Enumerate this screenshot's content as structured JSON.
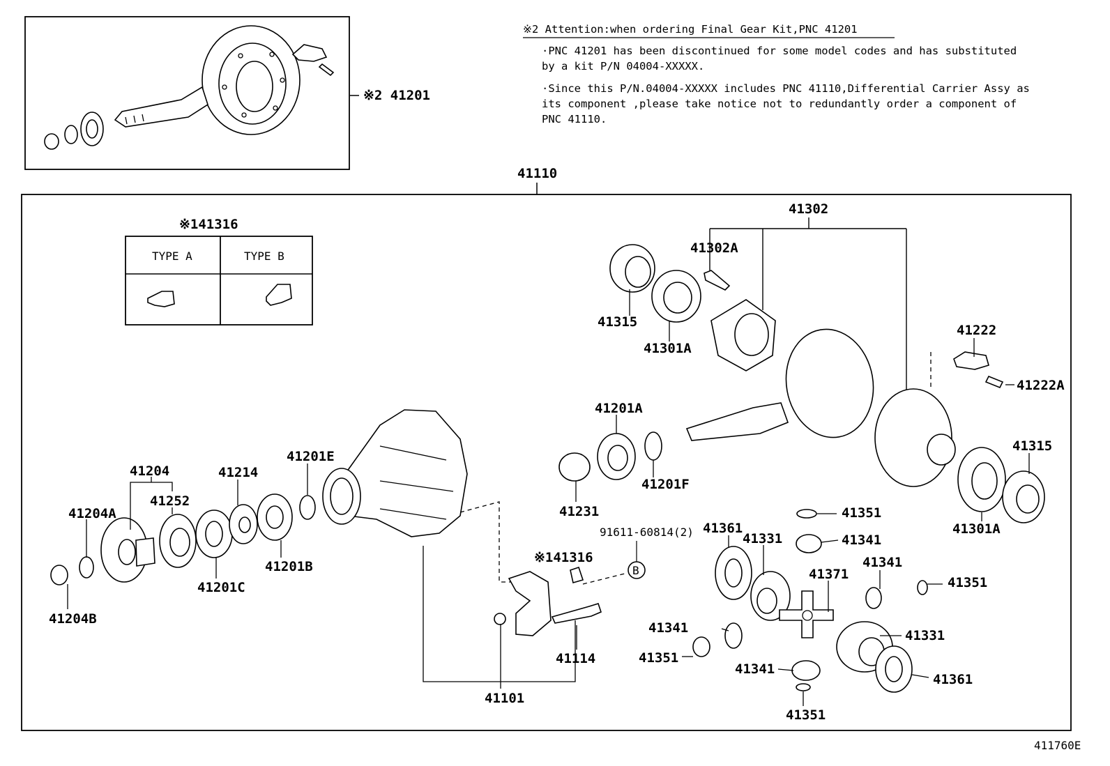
{
  "notice": {
    "heading": "※2 Attention:when ordering Final Gear Kit,PNC 41201",
    "lines": [
      "·PNC 41201 has been discontinued for some model codes and has substituted",
      " by a kit P/N 04004-XXXXX.",
      "·Since this P/N.04004-XXXXX includes PNC 41110,Differential Carrier Assy as",
      " its component ,please take notice not to redundantly order a component of",
      " PNC 41110."
    ]
  },
  "kit_label": "※2 41201",
  "carrier_label": "41110",
  "type_table": {
    "title": "※141316",
    "col_a": "TYPE  A",
    "col_b": "TYPE  B"
  },
  "callout_b": "B",
  "bolt_spec": "91611-60814(2)",
  "diagram_id": "411760E",
  "parts": {
    "p41302": "41302",
    "p41302A": "41302A",
    "p41315_top": "41315",
    "p41301A_top": "41301A",
    "p41222": "41222",
    "p41222A": "41222A",
    "p41201A": "41201A",
    "p41201F": "41201F",
    "p41231": "41231",
    "p41315_right": "41315",
    "p41301A_right": "41301A",
    "p41204": "41204",
    "p41252": "41252",
    "p41214": "41214",
    "p41201E": "41201E",
    "p41204A": "41204A",
    "p41204B": "41204B",
    "p41201C": "41201C",
    "p41201B": "41201B",
    "p41316": "※141316",
    "p41114": "41114",
    "p41101": "41101",
    "p41361_top": "41361",
    "p41331_top": "41331",
    "p41351_a": "41351",
    "p41341_a": "41341",
    "p41341_b": "41341",
    "p41351_b": "41351",
    "p41371": "41371",
    "p41341_c": "41341",
    "p41351_c": "41351",
    "p41331_bottom": "41331",
    "p41341_d": "41341",
    "p41361_bottom": "41361",
    "p41351_d": "41351"
  }
}
